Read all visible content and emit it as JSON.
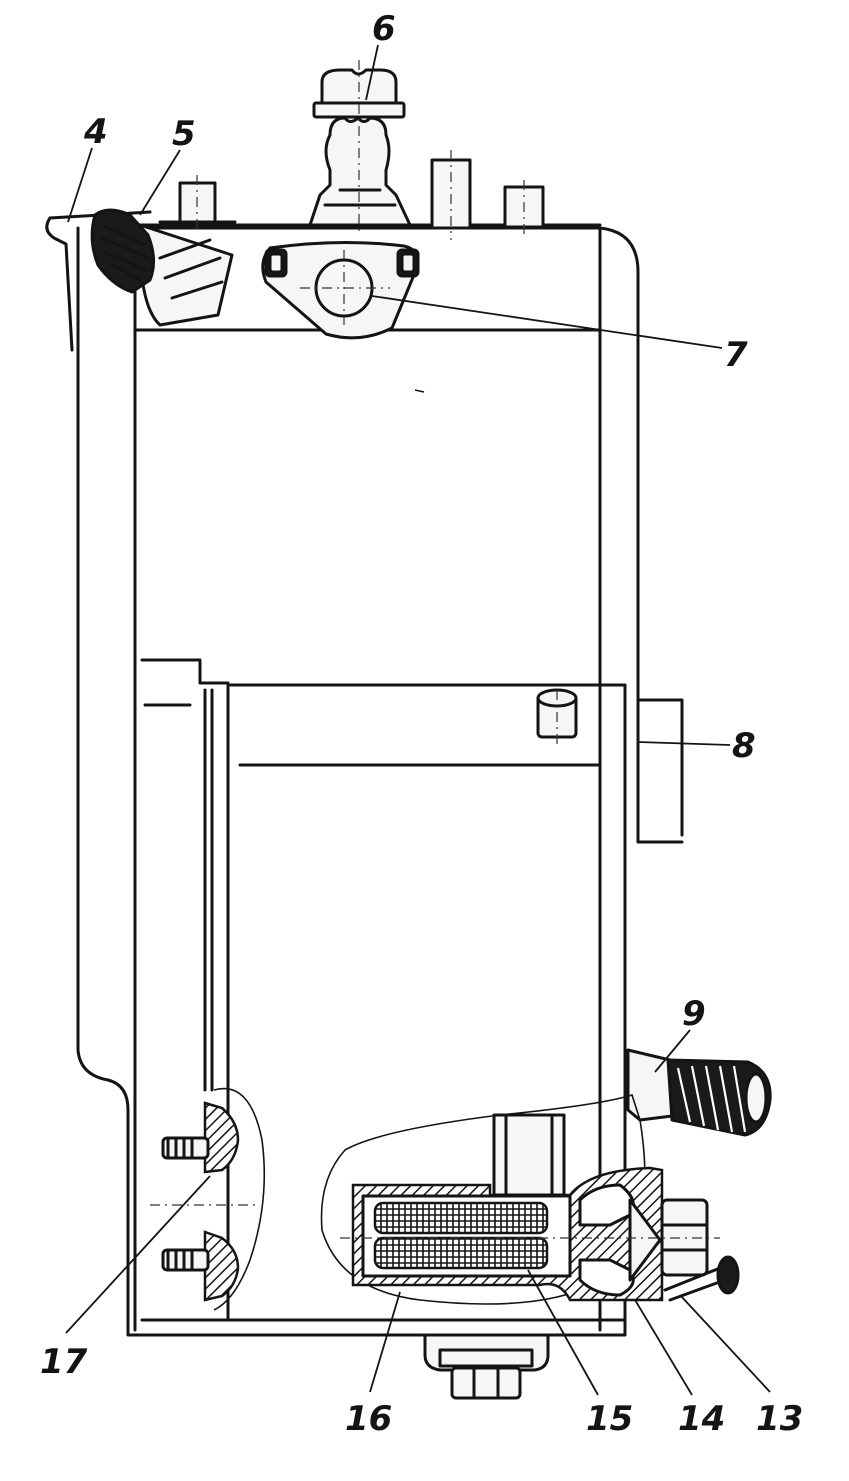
{
  "callouts": {
    "c4": "4",
    "c5": "5",
    "c6": "6",
    "c7": "7",
    "c8": "8",
    "c9": "9",
    "c13": "13",
    "c14": "14",
    "c15": "15",
    "c16": "16",
    "c17": "17"
  }
}
